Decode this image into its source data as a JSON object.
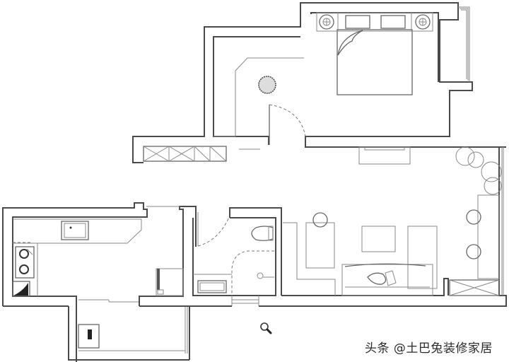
{
  "watermark": {
    "text": "头条 @土巴兔装修家居"
  },
  "colors": {
    "wall": "#4a4a4a",
    "furniture": "#8a8a8a",
    "background": "#ffffff"
  },
  "rooms": [
    {
      "id": "bedroom",
      "label": ""
    },
    {
      "id": "entry-corridor",
      "label": ""
    },
    {
      "id": "living-room",
      "label": ""
    },
    {
      "id": "kitchen",
      "label": ""
    },
    {
      "id": "bathroom",
      "label": ""
    },
    {
      "id": "balcony",
      "label": ""
    }
  ],
  "icons": {
    "zoom": "magnifier-icon"
  }
}
